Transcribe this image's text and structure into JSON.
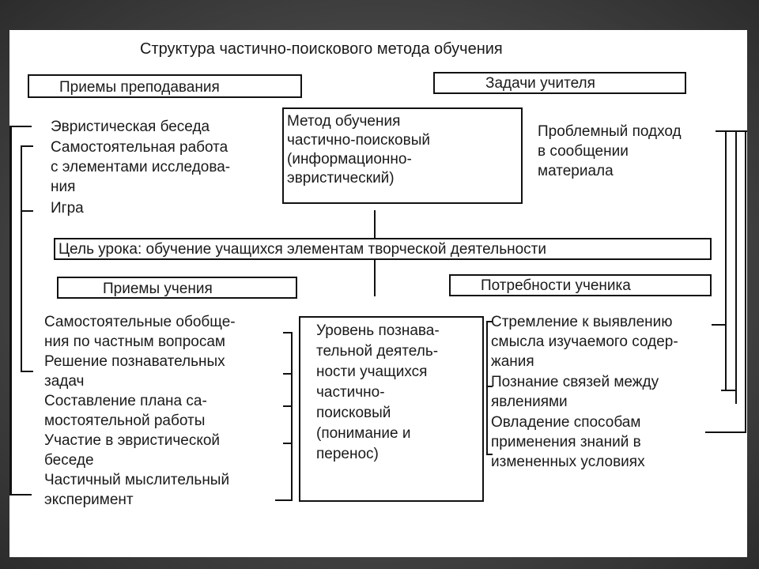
{
  "title": "Структура частично-поискового метода обучения",
  "teaching_methods": {
    "header": "Приемы преподавания",
    "items": [
      "Эвристическая беседа",
      "Самостоятельная работа\nс элементами исследова-\nния",
      "Игра"
    ]
  },
  "teacher_tasks": {
    "header": "Задачи учителя",
    "text": "Проблемный подход\nв сообщении\n                материала"
  },
  "center_method": {
    "text": "Метод  обучения\nчастично-поисковый\n(информационно-\n       эвристический)"
  },
  "lesson_goal": "Цель урока: обучение учащихся элементам творческой деятельности",
  "learning_methods": {
    "header": "Приемы учения",
    "items": [
      "Самостоятельные обобще-\nния по частным вопросам",
      "Решение познавательных\nзадач",
      "Составление плана са-\nмостоятельной работы",
      "Участие в эвристической\nбеседе",
      "Частичный мыслительный\n       эксперимент"
    ]
  },
  "cognitive_level": {
    "text": "Уровень познава-\nтельной деятель-\nности учащихся\nчастично-\n          поисковый\n(понимание и\n          перенос)"
  },
  "student_needs": {
    "header": "Потребности ученика",
    "items": [
      "Стремление к выявлению\nсмысла изучаемого содер-\nжания",
      "Познание связей между\nявлениями",
      "Овладение способам\nприменения знаний в\nизмененных условиях"
    ]
  }
}
